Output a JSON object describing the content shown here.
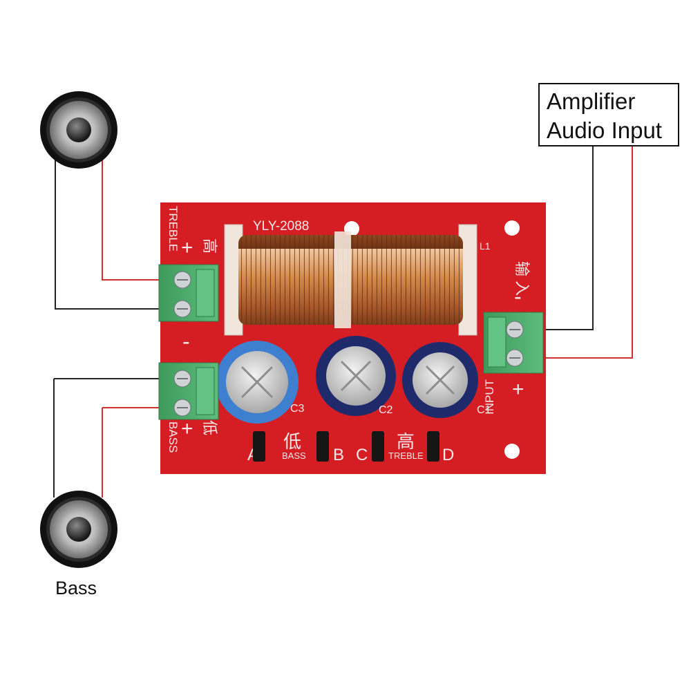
{
  "callout": {
    "line1": "Amplifier",
    "line2": "Audio Input"
  },
  "bass_label": "Bass",
  "board": {
    "model": "YLY-2088",
    "coil_label": "L1",
    "treble_text": "TREBLE",
    "treble_cn": "高",
    "bass_text": "BASS",
    "bass_cn": "低",
    "input_text": "INPUT",
    "input_cn": "输 入",
    "plus": "+",
    "minus": "-",
    "cap_c1": "C1",
    "cap_c2": "C2",
    "cap_c3": "C3",
    "jumper_a": "A",
    "jumper_b": "B",
    "jumper_c": "C",
    "jumper_d": "D",
    "jumper_bass_cn": "低",
    "jumper_bass": "BASS",
    "jumper_treble_cn": "高",
    "jumper_treble": "TREBLE"
  },
  "colors": {
    "pcb": "#d41e24",
    "wire_red": "#d32f2f",
    "wire_black": "#222222",
    "terminal": "#4caf6a",
    "copper": "#c8824a",
    "cap_blue": "#3f7fd0",
    "cap_navy": "#1f2a6b"
  }
}
